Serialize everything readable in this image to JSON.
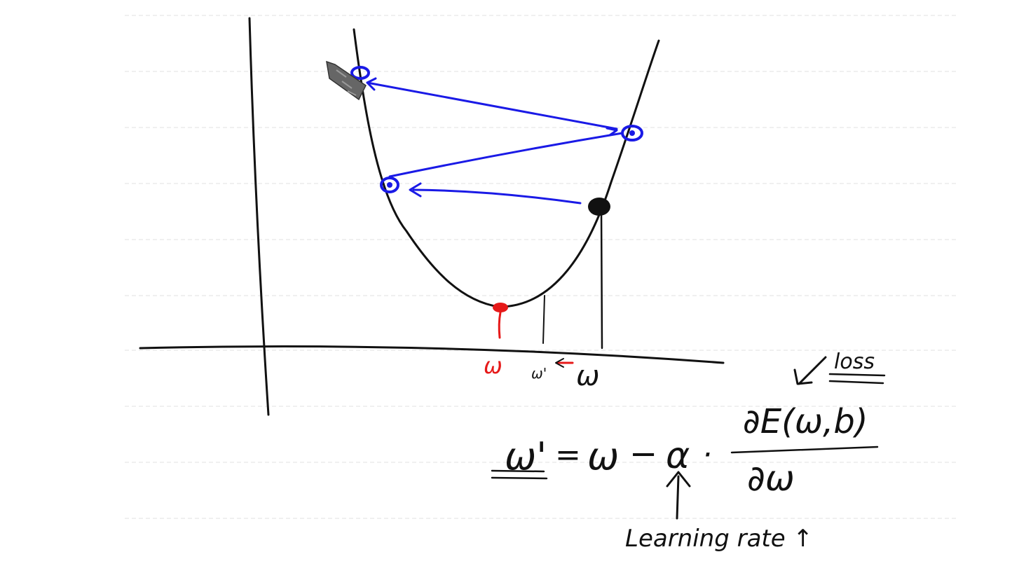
{
  "labels": {
    "w_min": "ω",
    "w_new_small": "ω'",
    "w_current": "ω",
    "loss": "loss",
    "formula_lhs": "ω'",
    "formula_eq": "=",
    "formula_w": "ω",
    "formula_minus": "−",
    "formula_alpha": "α",
    "formula_dot": "·",
    "formula_numerator": "∂E(ω,b)",
    "formula_denominator": "∂ω",
    "learning_rate": "Learning rate ↑"
  },
  "colors": {
    "ink": "#111111",
    "blue": "#1a1ae6",
    "red": "#e61919",
    "cursor": "#666666"
  },
  "icons": {
    "cursor": "pencil-cursor-icon"
  }
}
